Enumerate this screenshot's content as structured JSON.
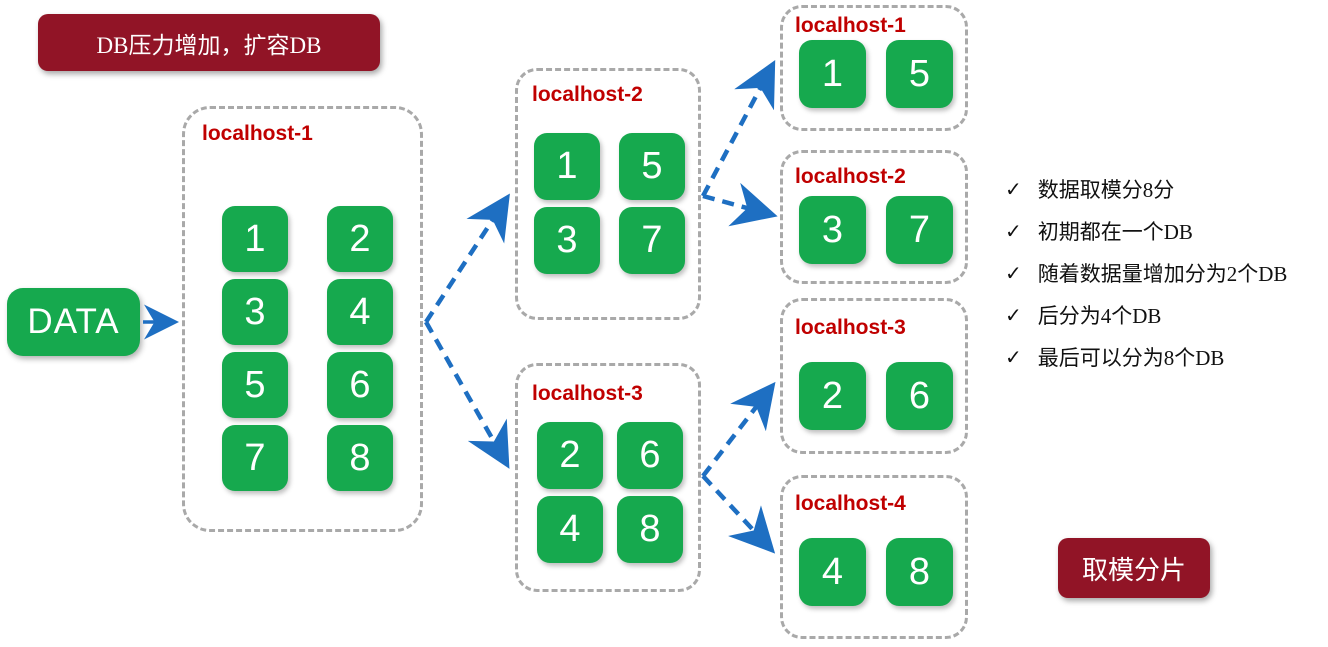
{
  "banners": {
    "top": {
      "text": "DB压力增加，扩容DB"
    },
    "bottom": {
      "text": "取模分片"
    }
  },
  "source": {
    "label": "DATA"
  },
  "groups": [
    {
      "label": "localhost-1",
      "stage": "initial-single-db",
      "tiles": [
        "1",
        "2",
        "3",
        "4",
        "5",
        "6",
        "7",
        "8"
      ]
    },
    {
      "label": "localhost-2",
      "stage": "split-2-db",
      "tiles": [
        "1",
        "5",
        "3",
        "7"
      ]
    },
    {
      "label": "localhost-3",
      "stage": "split-2-db",
      "tiles": [
        "2",
        "6",
        "4",
        "8"
      ]
    },
    {
      "label": "localhost-1",
      "stage": "split-4-db",
      "tiles": [
        "1",
        "5"
      ]
    },
    {
      "label": "localhost-2",
      "stage": "split-4-db",
      "tiles": [
        "3",
        "7"
      ]
    },
    {
      "label": "localhost-3",
      "stage": "split-4-db",
      "tiles": [
        "2",
        "6"
      ]
    },
    {
      "label": "localhost-4",
      "stage": "split-4-db",
      "tiles": [
        "4",
        "8"
      ]
    }
  ],
  "notes": {
    "check": "✓",
    "items": [
      "数据取模分8分",
      "初期都在一个DB",
      "随着数据量增加分为2个DB",
      "后分为4个DB",
      "最后可以分为8个DB"
    ]
  },
  "connections": [
    {
      "from": "DATA",
      "to": "localhost-1"
    },
    {
      "from": "localhost-1",
      "to": "localhost-2"
    },
    {
      "from": "localhost-1",
      "to": "localhost-3"
    },
    {
      "from": "localhost-2",
      "to": "localhost-1"
    },
    {
      "from": "localhost-2",
      "to": "localhost-2"
    },
    {
      "from": "localhost-3",
      "to": "localhost-3"
    },
    {
      "from": "localhost-3",
      "to": "localhost-4"
    }
  ],
  "colors": {
    "tile_green": "#16A94E",
    "banner_dark_red": "#911426",
    "label_red": "#C00000",
    "arrow_blue": "#1E6FC2",
    "border_gray": "#A9A9A9"
  }
}
